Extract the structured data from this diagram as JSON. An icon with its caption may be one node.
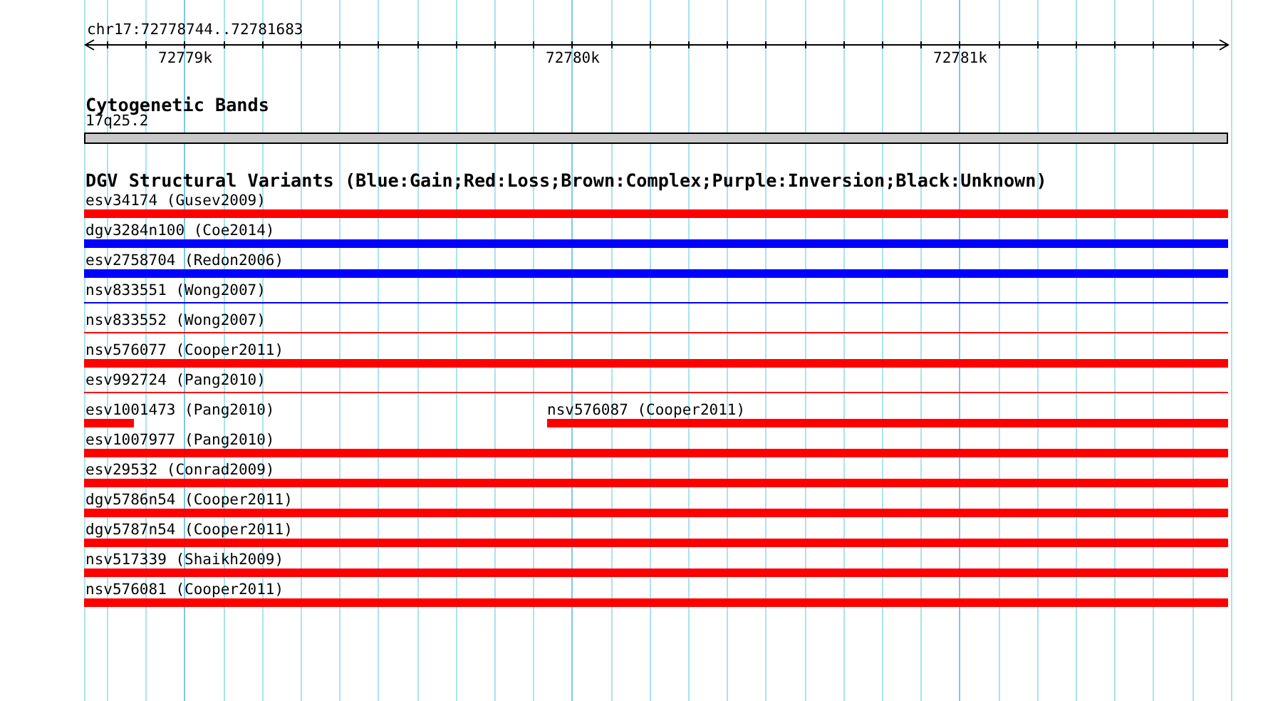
{
  "diagram": {
    "nodes": [
      {
        "text": [
          "17q25.2"
        ]
      },
      {
        "text": [
          "esv34174 (Gusev2009)"
        ]
      },
      {
        "text": [
          "dgv3284n100 (Coe2014)"
        ]
      },
      {
        "text": [
          "esv2758704 (Redon2006)"
        ]
      },
      {
        "text": [
          "nsv833551 (Wong2007)"
        ]
      },
      {
        "text": [
          "nsv833552 (Wong2007)"
        ]
      },
      {
        "text": [
          "nsv576077 (Cooper2011)"
        ]
      },
      {
        "text": [
          "esv992724 (Pang2010)"
        ]
      },
      {
        "text": [
          "esv1001473 (Pang2010)"
        ]
      },
      {
        "text": [
          "nsv576087 (Cooper2011)"
        ]
      },
      {
        "text": [
          "esv1007977 (Pang2010)"
        ]
      },
      {
        "text": [
          "esv29532 (Conrad2009)"
        ]
      },
      {
        "text": [
          "dgv5786n54 (Cooper2011)"
        ]
      },
      {
        "text": [
          "dgv5787n54 (Cooper2011)"
        ]
      },
      {
        "text": [
          "nsv517339 (Shaikh2009)"
        ]
      },
      {
        "text": [
          "nsv576081 (Cooper2011)"
        ]
      }
    ],
    "labels": [
      "chr17:72778744..72781683",
      "72779k",
      "72780k",
      "72781k",
      "Cytogenetic Bands",
      "DGV Structural Variants (Blue:Gain;Red:Loss;Brown:Complex;Purple:Inversion;Black:Unknown)"
    ]
  }
}
